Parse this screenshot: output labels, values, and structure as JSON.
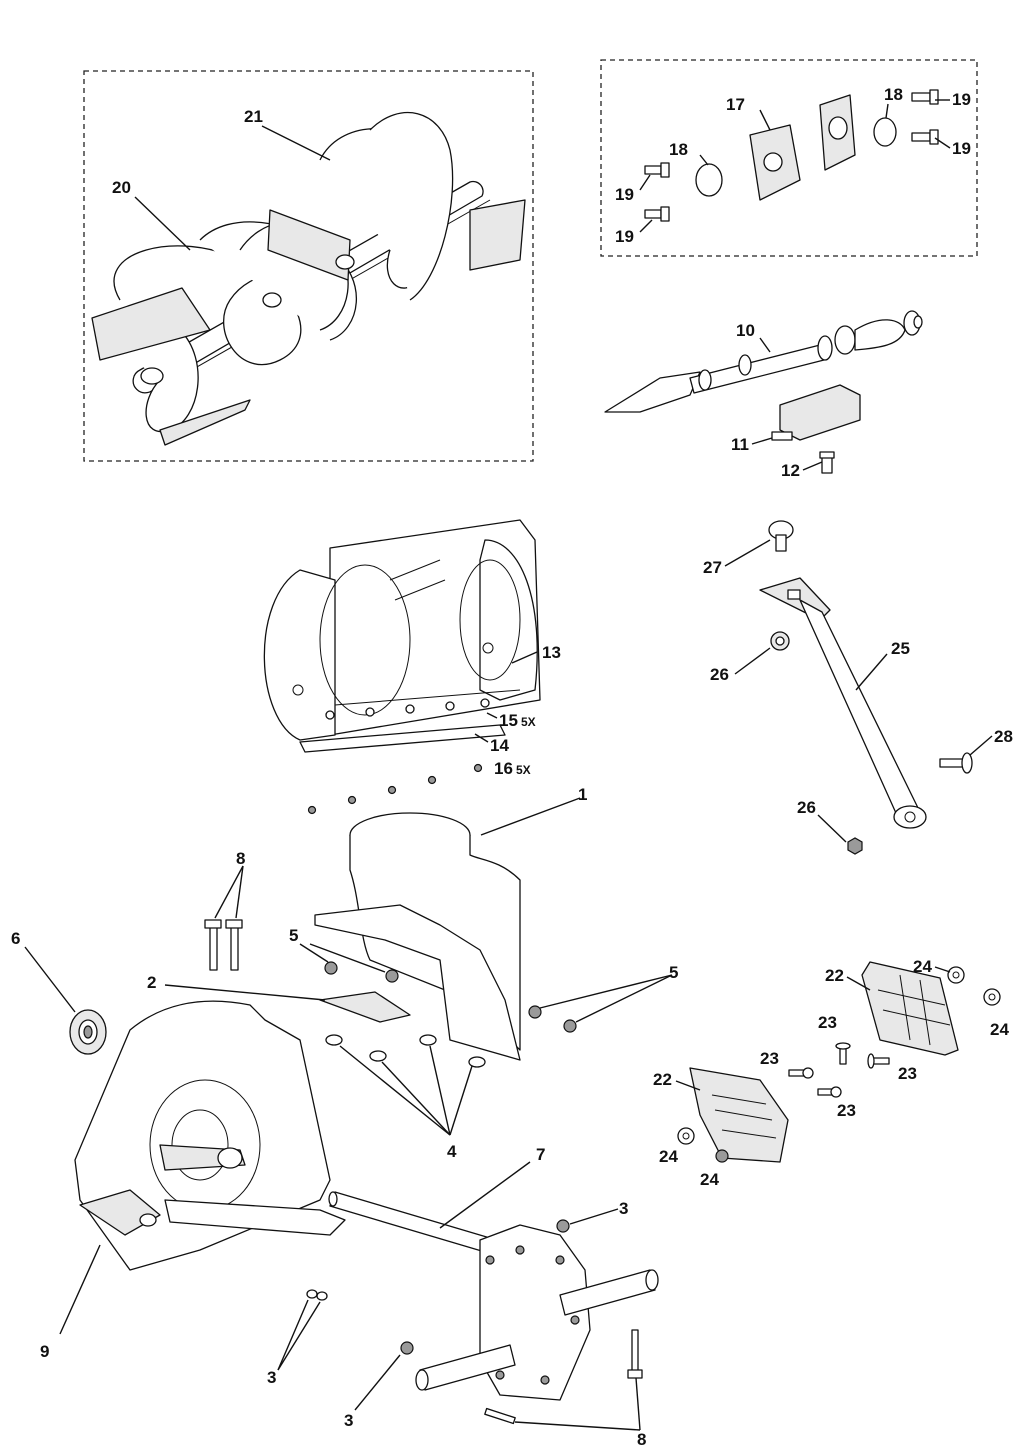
{
  "labels": {
    "l1": "1",
    "l2": "2",
    "l3a": "3",
    "l3b": "3",
    "l3c": "3",
    "l4": "4",
    "l5a": "5",
    "l5b": "5",
    "l6": "6",
    "l7": "7",
    "l8a": "8",
    "l8b": "8",
    "l9": "9",
    "l10": "10",
    "l11": "11",
    "l12": "12",
    "l13": "13",
    "l14": "14",
    "l15": "15",
    "l15x": "5X",
    "l16": "16",
    "l16x": "5X",
    "l17": "17",
    "l18a": "18",
    "l18b": "18",
    "l19a": "19",
    "l19b": "19",
    "l19c": "19",
    "l19d": "19",
    "l20": "20",
    "l21": "21",
    "l22a": "22",
    "l22b": "22",
    "l23a": "23",
    "l23b": "23",
    "l23c": "23",
    "l23d": "23",
    "l24a": "24",
    "l24b": "24",
    "l24c": "24",
    "l24d": "24",
    "l25": "25",
    "l26a": "26",
    "l26b": "26",
    "l27": "27",
    "l28": "28"
  }
}
